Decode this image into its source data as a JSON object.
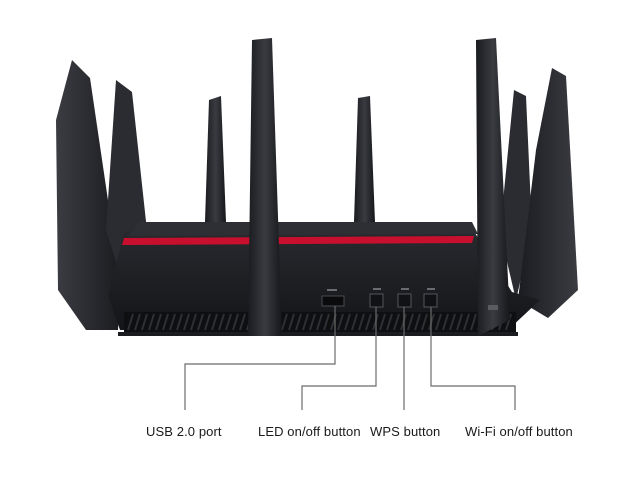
{
  "callouts": [
    {
      "key": "usb",
      "label": "USB 2.0 port"
    },
    {
      "key": "led",
      "label": "LED on/off button"
    },
    {
      "key": "wps",
      "label": "WPS button"
    },
    {
      "key": "wifi",
      "label": "Wi-Fi on/off button"
    }
  ],
  "device": {
    "body_color": "#1e1f23",
    "accent_color": "#c8102e",
    "antenna_color": "#202126"
  }
}
